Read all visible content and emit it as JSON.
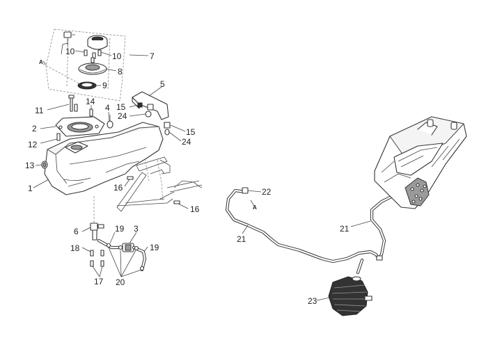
{
  "callouts": {
    "c1": "1",
    "c2": "2",
    "c3": "3",
    "c4": "4",
    "c5": "5",
    "c6": "6",
    "c7": "7",
    "c8": "8",
    "c9": "9",
    "c10a": "10",
    "c10b": "10",
    "c11": "11",
    "c12": "12",
    "c13": "13",
    "c14": "14",
    "c15a": "15",
    "c15b": "15",
    "c16a": "16",
    "c16b": "16",
    "c17": "17",
    "c18": "18",
    "c19a": "19",
    "c19b": "19",
    "c20": "20",
    "c21a": "21",
    "c21b": "21",
    "c22": "22",
    "c23": "23",
    "c24a": "24",
    "c24b": "24"
  },
  "refs": {
    "a_top": "A",
    "a_hose": "A"
  },
  "colors": {
    "line": "#333333",
    "dash": "#888888",
    "background": "#ffffff"
  }
}
